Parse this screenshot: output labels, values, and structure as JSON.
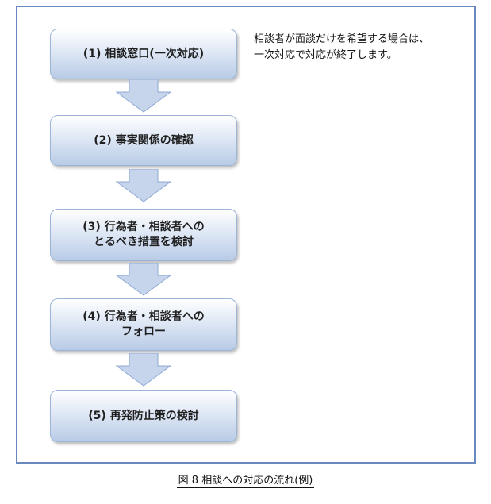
{
  "steps": [
    {
      "label": "(1) 相談窓口(一次対応)"
    },
    {
      "label": "(2) 事実関係の確認"
    },
    {
      "label": "(3) 行為者・相談者への\nとるべき措置を検討"
    },
    {
      "label": "(4) 行為者・相談者への\nフォロー"
    },
    {
      "label": "(5) 再発防止策の検討"
    }
  ],
  "note": "相談者が面談だけを希望する場合は、\n一次対応で対応が終了します。",
  "caption": "図 8 相談への対応の流れ(例)",
  "colors": {
    "frame_border": "#6a89c1",
    "box_border": "#9db4d8",
    "box_fill_top": "#ffffff",
    "box_fill_bottom": "#b8cbe6",
    "arrow_fill": "#c6d5ec",
    "arrow_stroke": "#8fa9d3"
  }
}
